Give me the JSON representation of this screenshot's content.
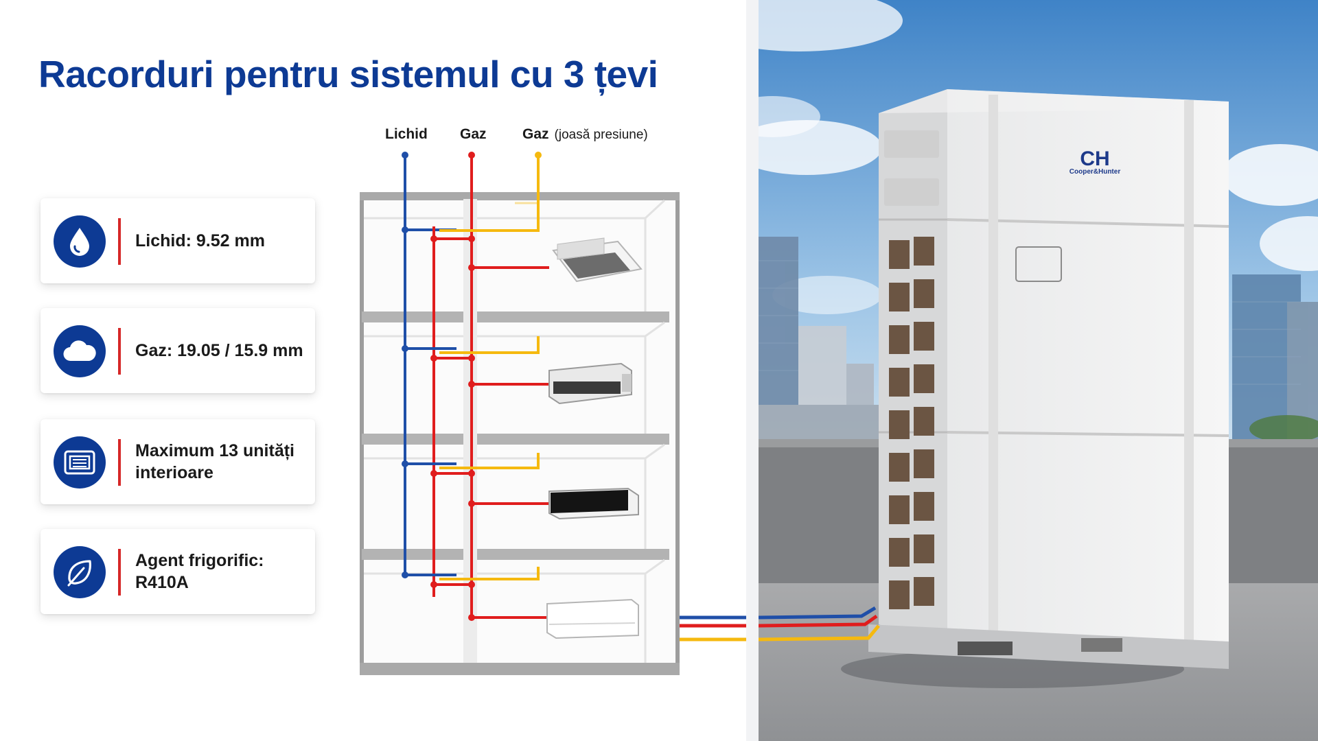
{
  "title": "Racorduri pentru sistemul cu 3 țevi",
  "specs": [
    {
      "icon": "water-drop-icon",
      "text": "Lichid: 9.52 mm"
    },
    {
      "icon": "cloud-icon",
      "text": "Gaz: 19.05 / 15.9 mm"
    },
    {
      "icon": "indoor-unit-icon",
      "text": "Maximum 13 unități interioare"
    },
    {
      "icon": "leaf-icon",
      "text": "Agent frigorific: R410A"
    }
  ],
  "diagram": {
    "pipes": [
      {
        "label": "Lichid",
        "note": "",
        "color": "#1f4fa8"
      },
      {
        "label": "Gaz",
        "note": "",
        "color": "#e01d1d"
      },
      {
        "label": "Gaz",
        "note": "(joasă presiune)",
        "color": "#f5b90f"
      }
    ],
    "floors": [
      {
        "unit": "cassette-unit"
      },
      {
        "unit": "duct-unit"
      },
      {
        "unit": "black-wall-unit"
      },
      {
        "unit": "white-wall-unit"
      }
    ]
  },
  "outdoor_unit": {
    "brand_mark": "CH",
    "brand_name": "Cooper&Hunter"
  },
  "colors": {
    "accent": "#0d3a94",
    "divider": "#d62828",
    "liquid": "#1f4fa8",
    "gas": "#e01d1d",
    "gas_low": "#f5b90f"
  }
}
